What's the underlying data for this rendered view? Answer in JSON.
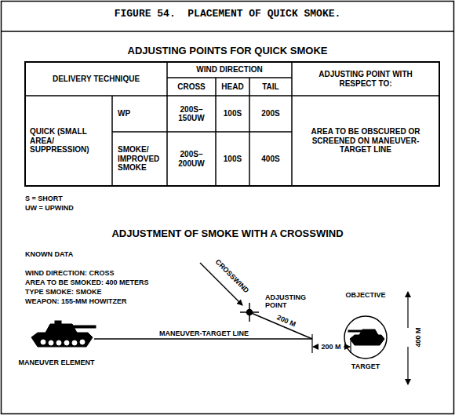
{
  "diagram": {
    "title": "FIGURE 54.  PLACEMENT OF QUICK SMOKE.",
    "labels": [
      "ADJUSTING POINTS FOR QUICK SMOKE",
      "DELIVERY TECHNIQUE",
      "WIND DIRECTION",
      "CROSS",
      "HEAD",
      "TAIL",
      "ADJUSTING POINT WITH RESPECT TO:",
      "QUICK (SMALL AREA/ SUPPRESSION)",
      "WP",
      "200S– 150UW",
      "100S",
      "200S",
      "AREA TO BE OBSCURED OR SCREENED ON MANEUVER-TARGET LINE",
      "SMOKE/ IMPROVED SMOKE",
      "200S– 200UW",
      "100S",
      "400S",
      "S = SHORT",
      "UW = UPWIND",
      "ADJUSTMENT OF SMOKE WITH A CROSSWIND",
      "KNOWN DATA",
      "WIND DIRECTION: CROSS",
      "AREA TO BE SMOKED: 400 METERS",
      "TYPE SMOKE: SMOKE",
      "WEAPON: 155-MM HOWITZER",
      "CROSSWIND",
      "ADJUSTING POINT",
      "200 M",
      "OBJECTIVE",
      "MANEUVER-TARGET LINE",
      "200 M",
      "400 M",
      "MANEUVER ELEMENT",
      "TARGET"
    ]
  }
}
